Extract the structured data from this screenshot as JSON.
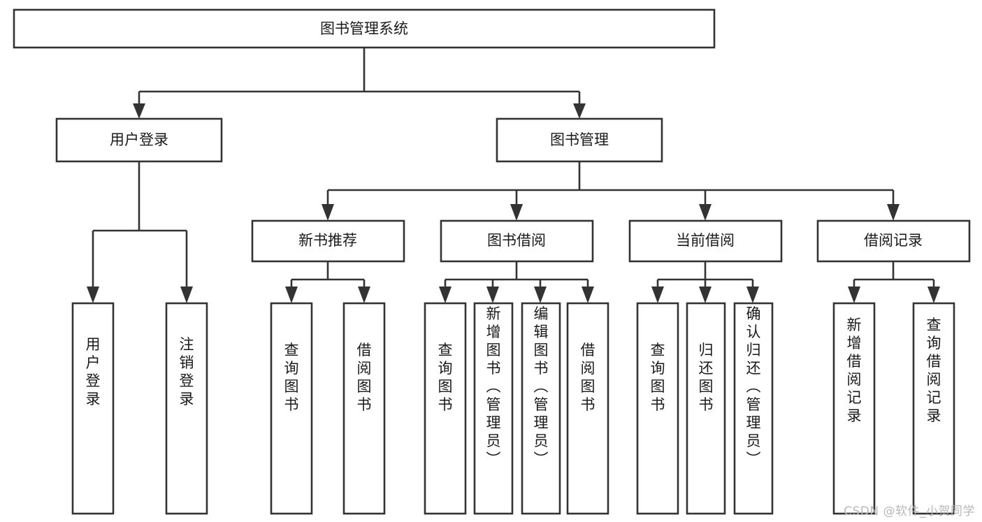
{
  "diagram": {
    "type": "tree",
    "title": "图书管理系统",
    "orientation": "top-down",
    "watermark": "CSDN @软件_小贺同学",
    "colors": {
      "box_stroke": "#333333",
      "box_fill": "#ffffff",
      "text": "#1a1a1a",
      "background": "#ffffff",
      "watermark": "#b8b8b8"
    },
    "nodes": {
      "root": {
        "label": "图书管理系统",
        "level": 0
      },
      "l1": [
        {
          "id": "user-login",
          "label": "用户登录"
        },
        {
          "id": "book-manage",
          "label": "图书管理"
        }
      ],
      "l2": [
        {
          "id": "new-book-recommend",
          "label": "新书推荐",
          "parent": "book-manage"
        },
        {
          "id": "book-borrow",
          "label": "图书借阅",
          "parent": "book-manage"
        },
        {
          "id": "current-borrow",
          "label": "当前借阅",
          "parent": "book-manage"
        },
        {
          "id": "borrow-record",
          "label": "借阅记录",
          "parent": "book-manage"
        }
      ],
      "leaves": [
        {
          "id": "leaf-user-login",
          "label": "用户登录",
          "parent": "user-login"
        },
        {
          "id": "leaf-logout-login",
          "label": "注销登录",
          "parent": "user-login"
        },
        {
          "id": "leaf-query-book-1",
          "label": "查询图书",
          "parent": "new-book-recommend"
        },
        {
          "id": "leaf-borrow-book-1",
          "label": "借阅图书",
          "parent": "new-book-recommend"
        },
        {
          "id": "leaf-query-book-2",
          "label": "查询图书",
          "parent": "book-borrow"
        },
        {
          "id": "leaf-add-book",
          "label": "新增图书（管理员）",
          "parent": "book-borrow"
        },
        {
          "id": "leaf-edit-book",
          "label": "编辑图书（管理员）",
          "parent": "book-borrow"
        },
        {
          "id": "leaf-borrow-book-2",
          "label": "借阅图书",
          "parent": "book-borrow"
        },
        {
          "id": "leaf-query-book-3",
          "label": "查询图书",
          "parent": "current-borrow"
        },
        {
          "id": "leaf-return-book",
          "label": "归还图书",
          "parent": "current-borrow"
        },
        {
          "id": "leaf-confirm-return",
          "label": "确认归还（管理员）",
          "parent": "current-borrow"
        },
        {
          "id": "leaf-add-record",
          "label": "新增借阅记录",
          "parent": "borrow-record"
        },
        {
          "id": "leaf-query-record",
          "label": "查询借阅记录",
          "parent": "borrow-record"
        }
      ]
    }
  }
}
